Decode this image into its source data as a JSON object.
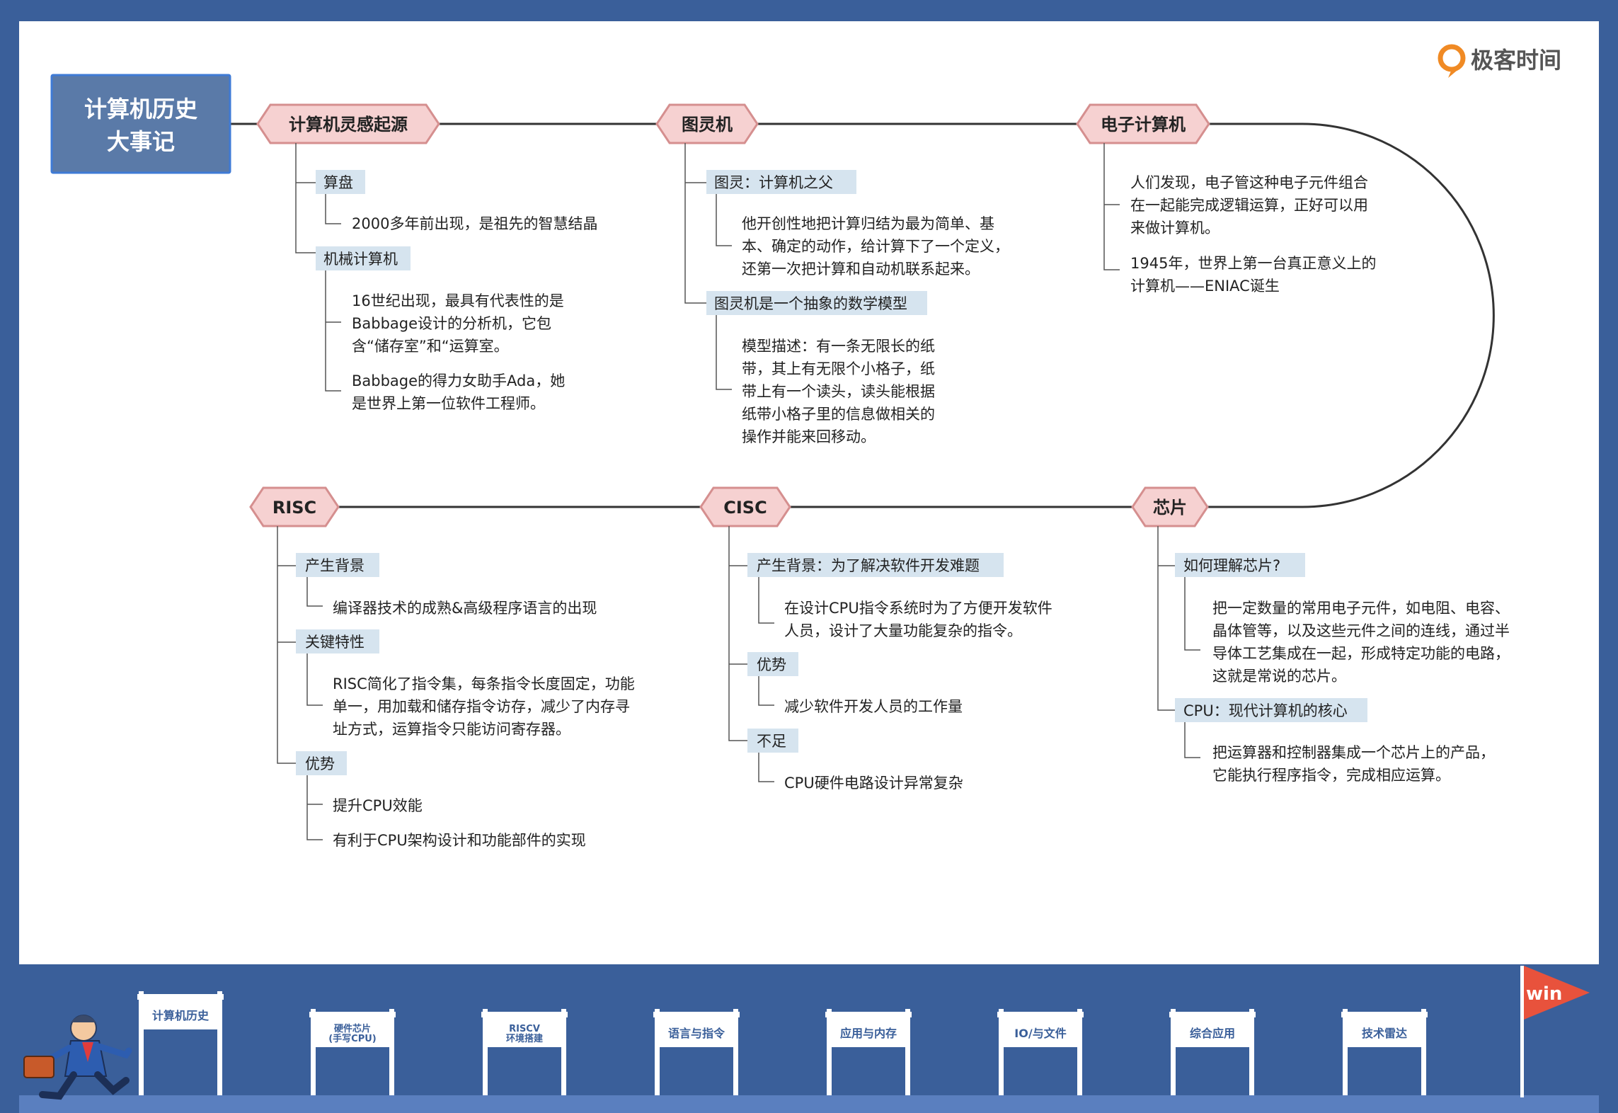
{
  "logo": {
    "text": "极客时间"
  },
  "title": {
    "line1": "计算机历史",
    "line2": "大事记"
  },
  "nodes": {
    "inspiration": {
      "label": "计算机灵感起源",
      "abacus": {
        "label": "算盘",
        "text": "2000多年前出现，是祖先的智慧结晶"
      },
      "mechanical": {
        "label": "机械计算机",
        "p1": [
          "16世纪出现，最具有代表性的是",
          "Babbage设计的分析机，它包",
          "含“储存室”和“运算室。"
        ],
        "p2": [
          "Babbage的得力女助手Ada，她",
          "是世界上第一位软件工程师。"
        ]
      }
    },
    "turing": {
      "label": "图灵机",
      "father": {
        "label": "图灵：计算机之父",
        "lines": [
          "他开创性地把计算归结为最为简单、基",
          "本、确定的动作，给计算下了一个定义，",
          "还第一次把计算和自动机联系起来。"
        ]
      },
      "model": {
        "label": "图灵机是一个抽象的数学模型",
        "lines": [
          "模型描述：有一条无限长的纸",
          "带，其上有无限个小格子，纸",
          "带上有一个读头，读头能根据",
          "纸带小格子里的信息做相关的",
          "操作并能来回移动。"
        ]
      }
    },
    "electronic": {
      "label": "电子计算机",
      "p1": [
        "人们发现，电子管这种电子元件组合",
        "在一起能完成逻辑运算，正好可以用",
        "来做计算机。"
      ],
      "p2": [
        "1945年，世界上第一台真正意义上的",
        "计算机——ENIAC诞生"
      ]
    },
    "chip": {
      "label": "芯片",
      "understand": {
        "label": "如何理解芯片?",
        "lines": [
          "把一定数量的常用电子元件，如电阻、电容、",
          "晶体管等，以及这些元件之间的连线，通过半",
          "导体工艺集成在一起，形成特定功能的电路，",
          "这就是常说的芯片。"
        ]
      },
      "core": {
        "label": "CPU：现代计算机的核心",
        "lines": [
          "把运算器和控制器集成一个芯片上的产品，",
          "它能执行程序指令，完成相应运算。"
        ]
      }
    },
    "cisc": {
      "label": "CISC",
      "background": {
        "label": "产生背景：为了解决软件开发难题",
        "lines": [
          "在设计CPU指令系统时为了方便开发软件",
          "人员，设计了大量功能复杂的指令。"
        ]
      },
      "advantage": {
        "label": "优势",
        "text": "减少软件开发人员的工作量"
      },
      "weakness": {
        "label": "不足",
        "text": "CPU硬件电路设计异常复杂"
      }
    },
    "risc": {
      "label": "RISC",
      "background": {
        "label": "产生背景",
        "text": "编译器技术的成熟&高级程序语言的出现"
      },
      "feature": {
        "label": "关键特性",
        "lines": [
          "RISC简化了指令集，每条指令长度固定，功能",
          "单一，用加载和储存指令访存，减少了内存寻",
          "址方式，运算指令只能访问寄存器。"
        ]
      },
      "advantage": {
        "label": "优势",
        "items": [
          "提升CPU效能",
          "有利于CPU架构设计和功能部件的实现"
        ]
      }
    }
  },
  "footer": {
    "gates": [
      "计算机历史",
      "硬件芯片\n(手写CPU)",
      "RISCV\n环境搭建",
      "语言与指令",
      "应用与内存",
      "IO/与文件",
      "综合应用",
      "技术雷达"
    ],
    "flag": "win"
  },
  "colors": {
    "frame": "#3a5f9a",
    "hex_fill": "#f6d1d1",
    "hex_stroke": "#d58f8f",
    "tag_fill": "#d6e4ef",
    "title_fill": "#5a7aa8"
  }
}
